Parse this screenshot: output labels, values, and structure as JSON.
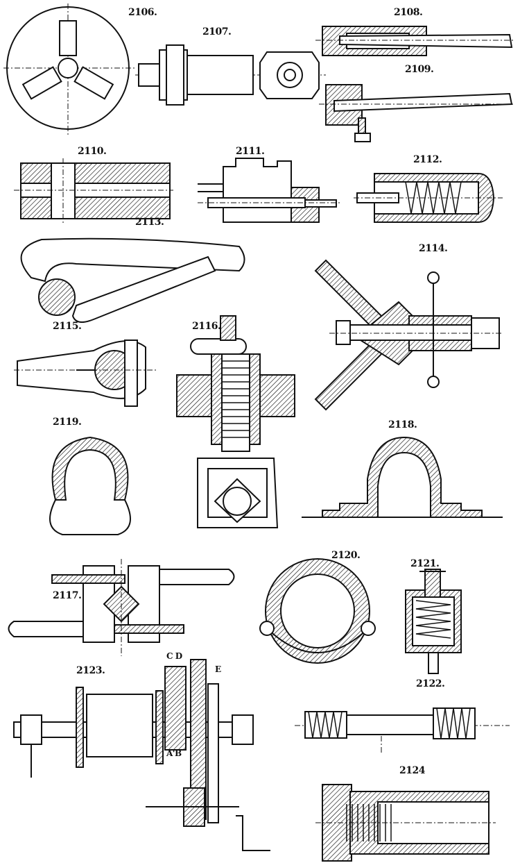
{
  "figures": [
    {
      "id": "2106",
      "label": "2106."
    },
    {
      "id": "2107",
      "label": "2107."
    },
    {
      "id": "2108",
      "label": "2108."
    },
    {
      "id": "2109",
      "label": "2109."
    },
    {
      "id": "2110",
      "label": "2110."
    },
    {
      "id": "2111",
      "label": "2111."
    },
    {
      "id": "2112",
      "label": "2112."
    },
    {
      "id": "2113",
      "label": "2113."
    },
    {
      "id": "2114",
      "label": "2114."
    },
    {
      "id": "2115",
      "label": "2115."
    },
    {
      "id": "2116",
      "label": "2116."
    },
    {
      "id": "2119",
      "label": "2119."
    },
    {
      "id": "2118",
      "label": "2118."
    },
    {
      "id": "2120",
      "label": "2120."
    },
    {
      "id": "2121",
      "label": "2121."
    },
    {
      "id": "2117",
      "label": "2117."
    },
    {
      "id": "2123",
      "label": "2123."
    },
    {
      "id": "2122",
      "label": "2122."
    },
    {
      "id": "2124",
      "label": "2124"
    }
  ],
  "letters": {
    "cd": "C D",
    "e": "E",
    "ab": "A'B"
  }
}
